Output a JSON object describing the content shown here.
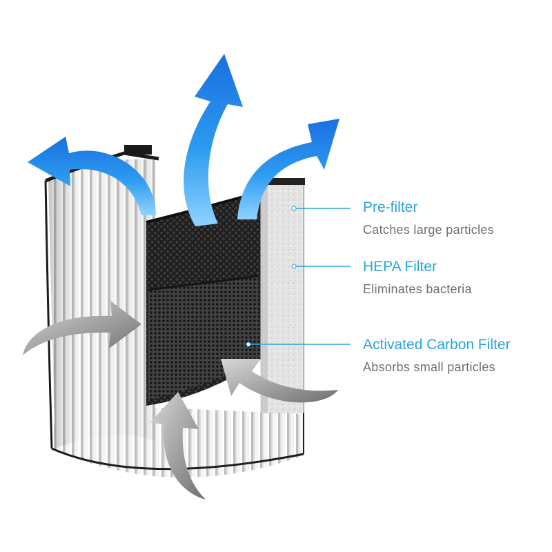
{
  "layers": [
    {
      "title": "Pre-filter",
      "description": "Catches large particles"
    },
    {
      "title": "HEPA Filter",
      "description": "Eliminates bacteria"
    },
    {
      "title": "Activated Carbon Filter",
      "description": "Absorbs small particles"
    }
  ],
  "colors": {
    "accent": "#2aa3dc",
    "description_text": "#6e6e6e",
    "outflow_arrow": "#1f8fe0",
    "inflow_arrow": "#8a8a8a",
    "carbon_layer": "#2b2b2b",
    "pleated_filter": "#f2f2f2"
  },
  "icons": {
    "outflow": "clean-air-arrow-icon",
    "inflow": "intake-air-arrow-icon"
  }
}
